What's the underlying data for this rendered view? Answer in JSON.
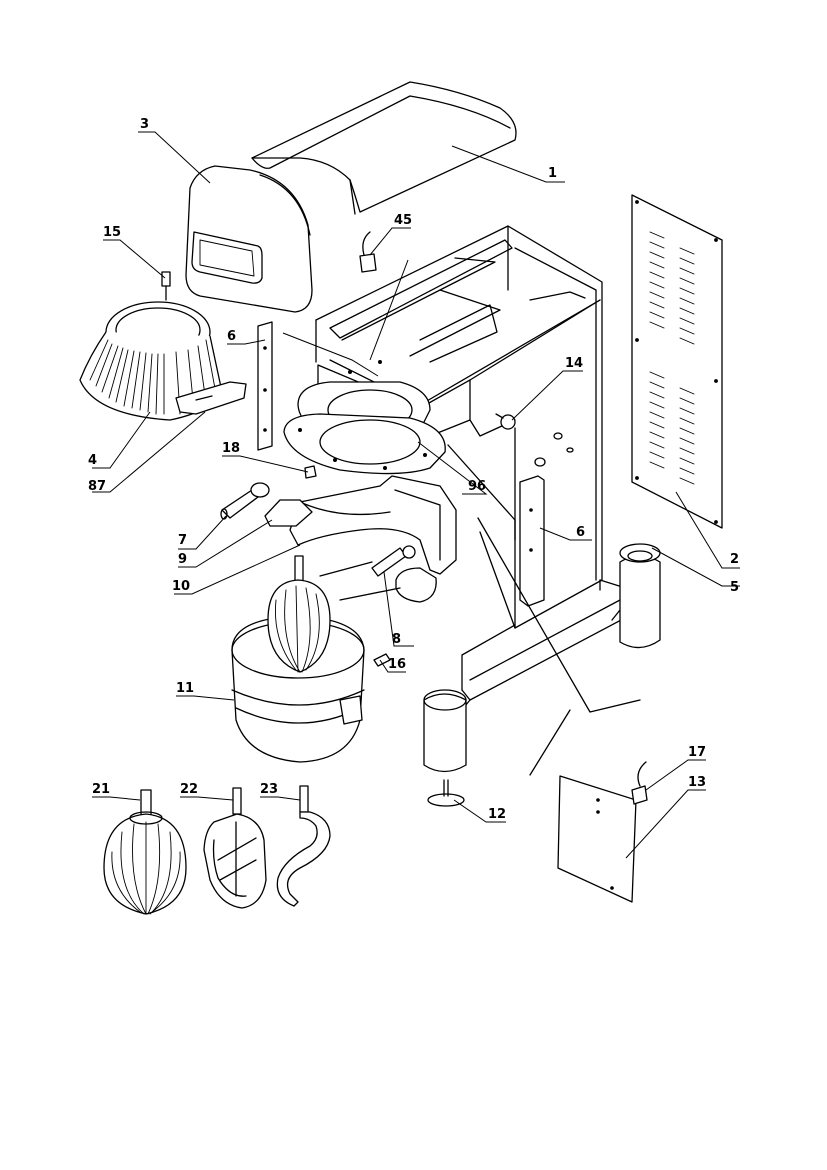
{
  "diagram": {
    "callouts": {
      "c1": "1",
      "c2": "2",
      "c3": "3",
      "c4": "4",
      "c5": "5",
      "c6a": "6",
      "c6b": "6",
      "c7": "7",
      "c8": "8",
      "c9": "9",
      "c10": "10",
      "c11": "11",
      "c12": "12",
      "c13": "13",
      "c14": "14",
      "c15": "15",
      "c16": "16",
      "c17": "17",
      "c18": "18",
      "c21": "21",
      "c22": "22",
      "c23": "23",
      "c45": "45",
      "c87": "87",
      "c96": "96"
    }
  }
}
